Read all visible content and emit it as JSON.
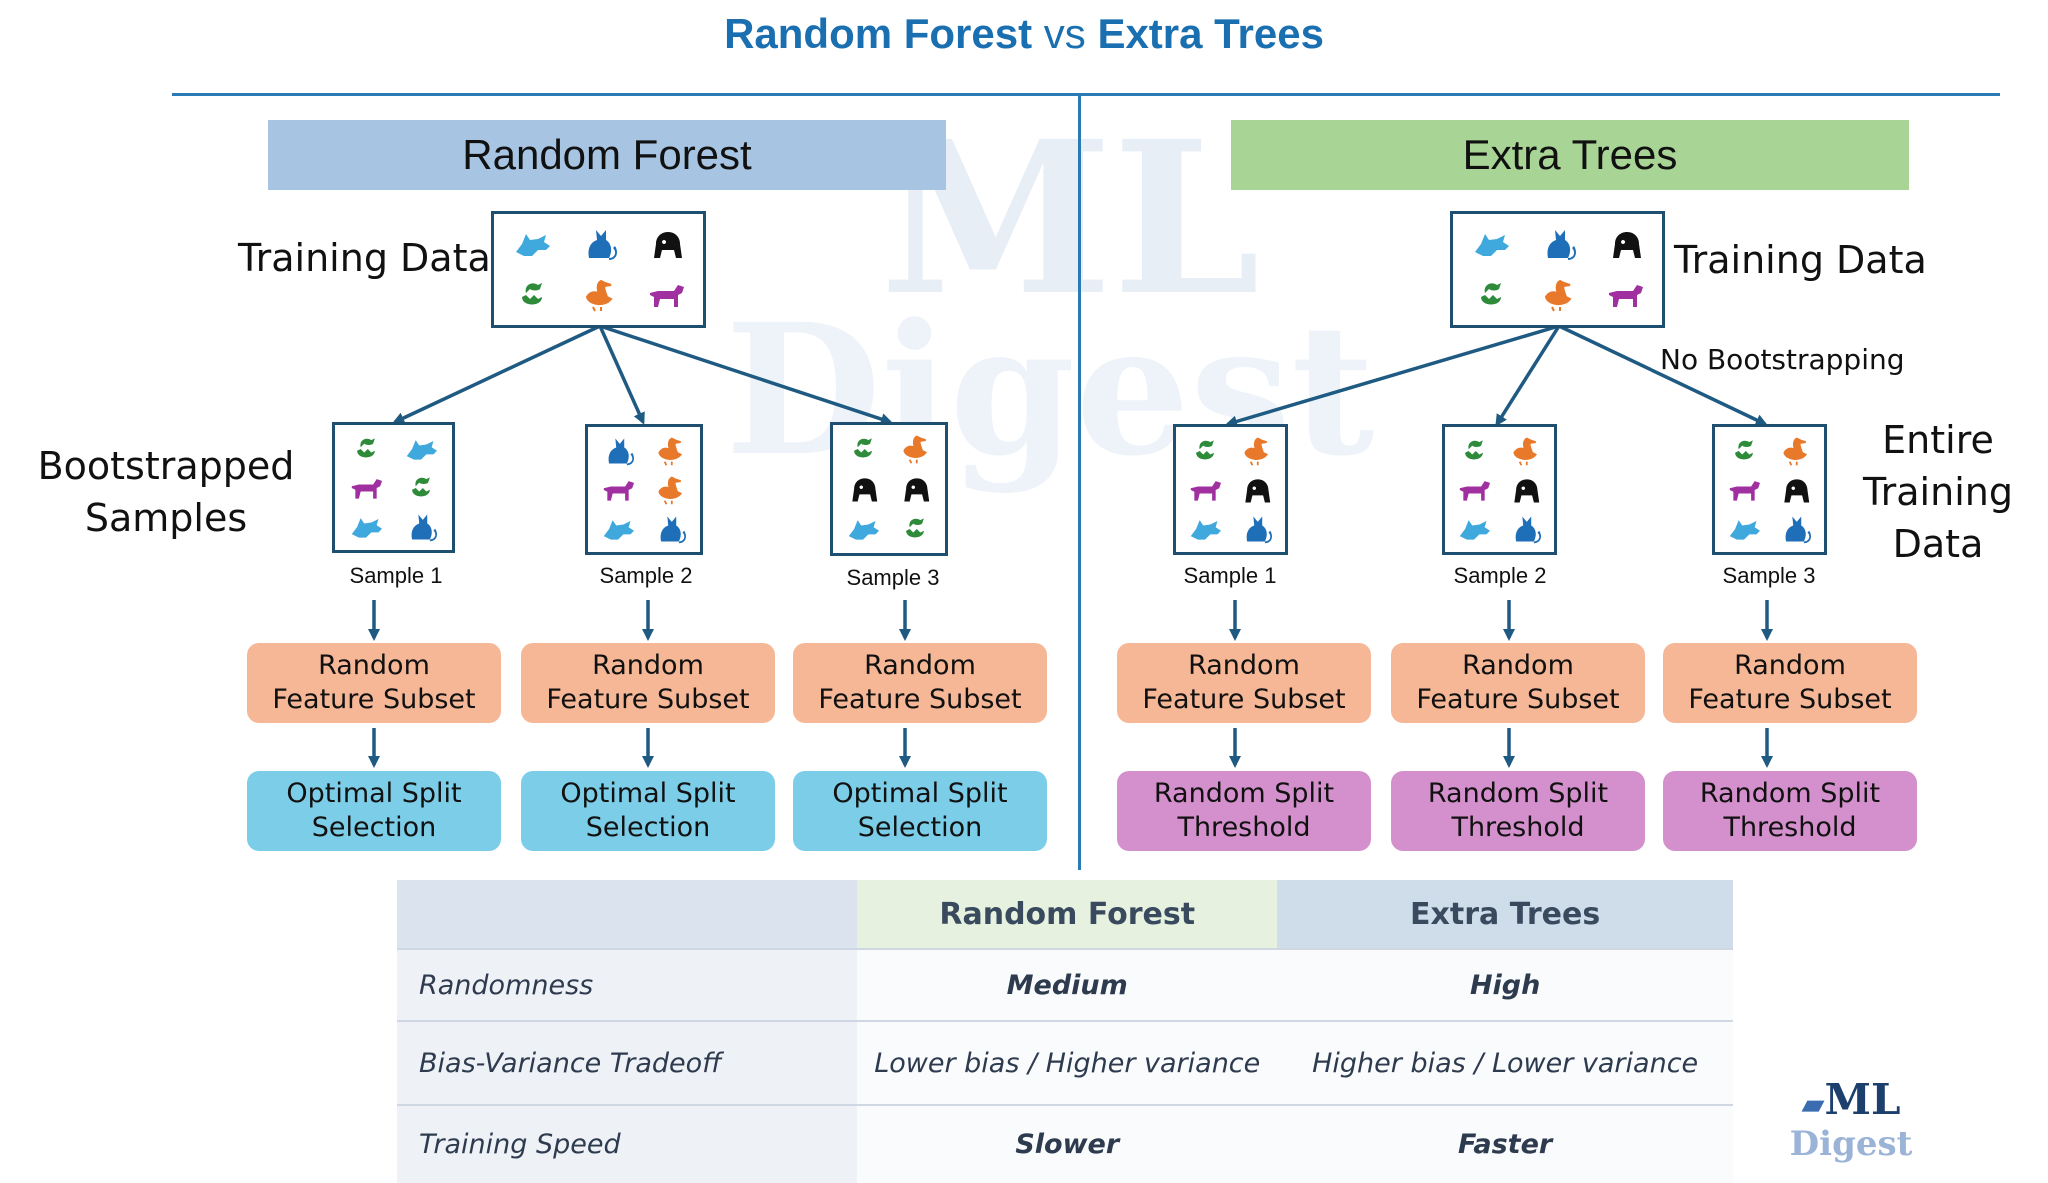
{
  "title": {
    "part1": "Random Forest",
    "vs": "vs",
    "part2": "Extra Trees"
  },
  "colors": {
    "accent": "#2a7ab5",
    "rf_header": "#a7c5e2",
    "et_header": "#a8d596",
    "feature_box": "#f5b796",
    "optimal_box": "#7ccde8",
    "random_split_box": "#d490cc",
    "arrow": "#1e5a82"
  },
  "watermark": {
    "line1": "ML",
    "line2": "Digest"
  },
  "random_forest": {
    "header": "Random Forest",
    "training_data_label": "Training Data",
    "training_animals": [
      "wolf",
      "cat",
      "gorilla",
      "dino",
      "duck",
      "dog"
    ],
    "bootstrapped_label_line1": "Bootstrapped",
    "bootstrapped_label_line2": "Samples",
    "samples": [
      {
        "label": "Sample 1",
        "animals": [
          "dino",
          "wolf",
          "dog",
          "dino",
          "wolf",
          "cat"
        ]
      },
      {
        "label": "Sample 2",
        "animals": [
          "cat",
          "duck",
          "dog",
          "duck",
          "wolf",
          "cat"
        ]
      },
      {
        "label": "Sample 3",
        "animals": [
          "dino",
          "duck",
          "gorilla",
          "gorilla",
          "wolf",
          "dino"
        ]
      }
    ],
    "feature_line1": "Random",
    "feature_line2": "Feature Subset",
    "split_line1": "Optimal Split",
    "split_line2": "Selection"
  },
  "extra_trees": {
    "header": "Extra Trees",
    "training_data_label": "Training Data",
    "training_animals": [
      "wolf",
      "cat",
      "gorilla",
      "dino",
      "duck",
      "dog"
    ],
    "no_bootstrapping": "No Bootstrapping",
    "entire_line1": "Entire",
    "entire_line2": "Training",
    "entire_line3": "Data",
    "samples": [
      {
        "label": "Sample 1",
        "animals": [
          "dino",
          "duck",
          "dog",
          "gorilla",
          "wolf",
          "cat"
        ]
      },
      {
        "label": "Sample 2",
        "animals": [
          "dino",
          "duck",
          "dog",
          "gorilla",
          "wolf",
          "cat"
        ]
      },
      {
        "label": "Sample 3",
        "animals": [
          "dino",
          "duck",
          "dog",
          "gorilla",
          "wolf",
          "cat"
        ]
      }
    ],
    "feature_line1": "Random",
    "feature_line2": "Feature Subset",
    "split_line1": "Random Split",
    "split_line2": "Threshold"
  },
  "table": {
    "headers": [
      "",
      "Random Forest",
      "Extra Trees"
    ],
    "rows": [
      {
        "label": "Randomness",
        "rf": "Medium",
        "et": "High"
      },
      {
        "label": "Bias-Variance Tradeoff",
        "rf": "Lower bias / Higher variance",
        "et": "Higher bias / Lower variance"
      },
      {
        "label": "Training Speed",
        "rf": "Slower",
        "et": "Faster"
      }
    ]
  },
  "logo": {
    "ml": "ML",
    "digest": "Digest"
  }
}
